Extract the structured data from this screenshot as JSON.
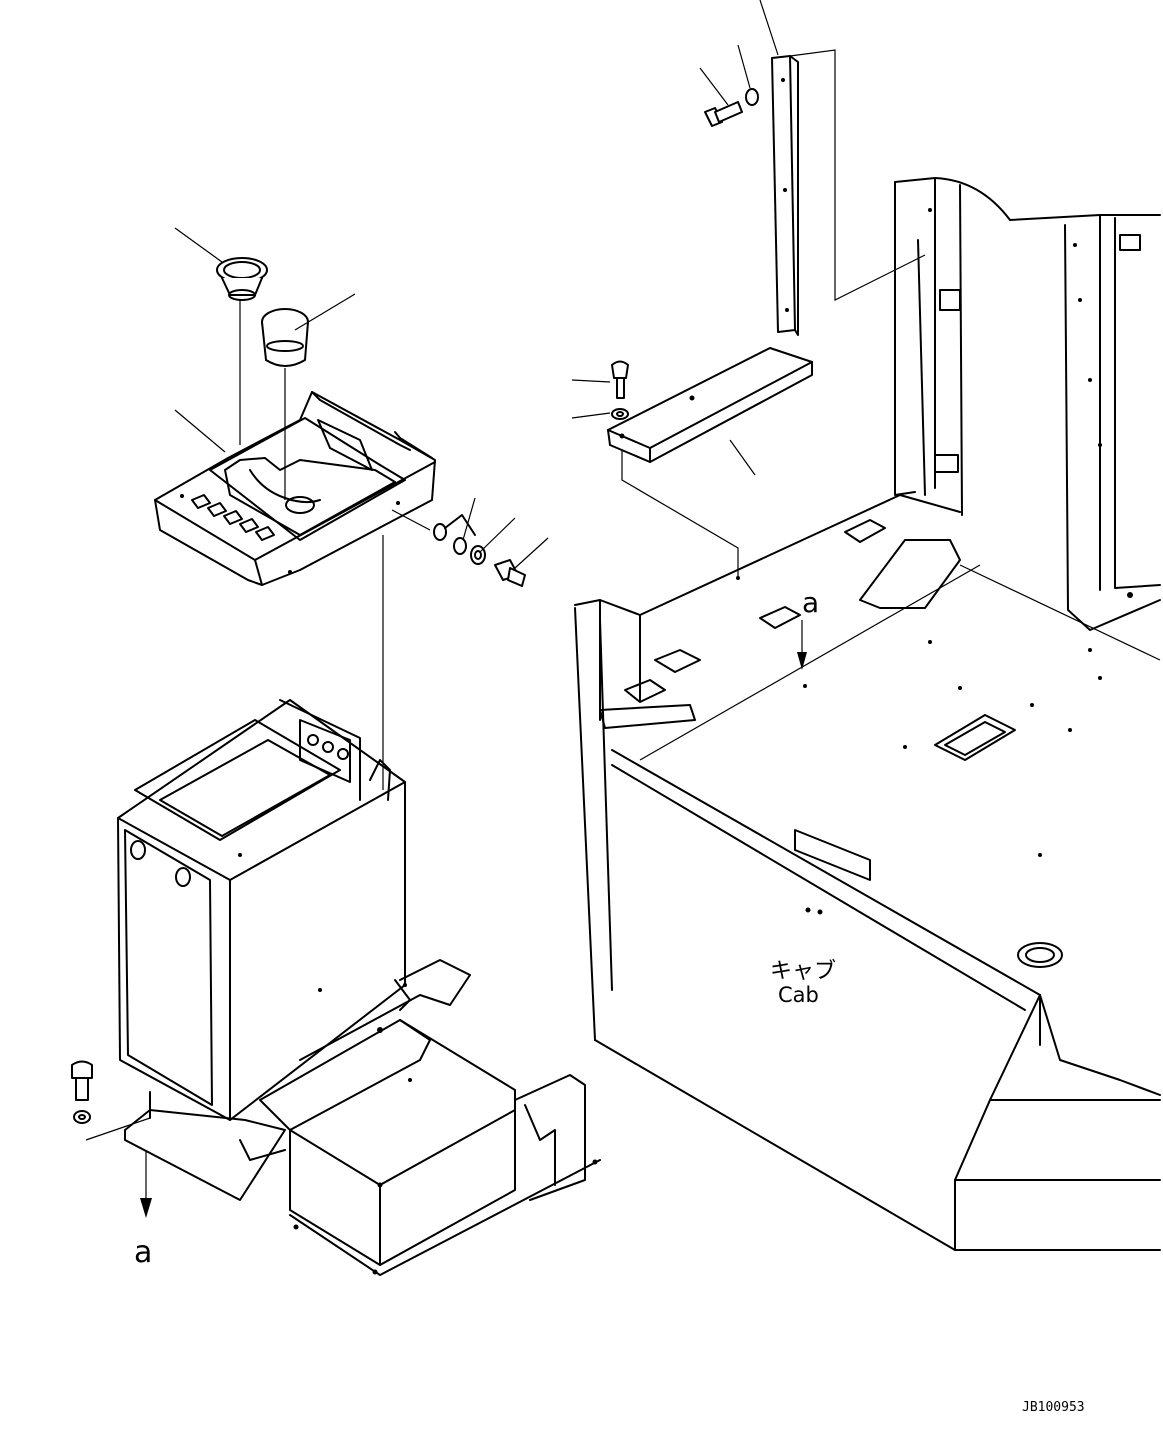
{
  "diagram": {
    "ref_letter_left": "a",
    "ref_letter_right": "a",
    "cab_label_jp": "キャブ",
    "cab_label_en": "Cab",
    "drawing_number": "JB100953"
  },
  "colors": {
    "line": "#000000",
    "background": "#ffffff"
  }
}
